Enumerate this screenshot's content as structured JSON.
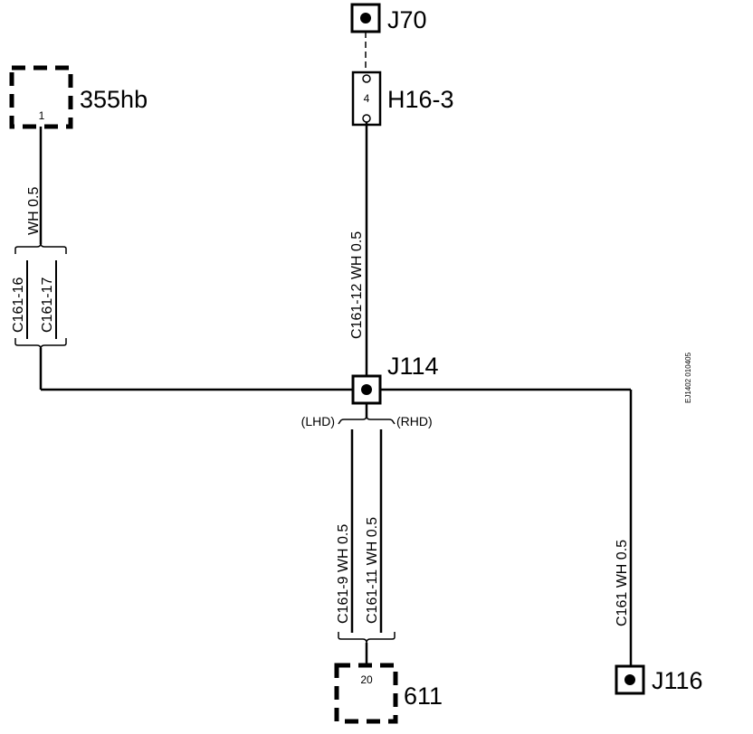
{
  "components": {
    "j70": "J70",
    "h16_3": "H16-3",
    "h16_3_pin": "4",
    "c355hb": "355hb",
    "c355hb_pin": "1",
    "j114": "J114",
    "j116": "J116",
    "c611": "611",
    "c611_pin": "20"
  },
  "wires": {
    "w355": {
      "spec": "WH  0.5",
      "conn_a": "C161-16",
      "conn_b": "C161-17"
    },
    "wcenter": {
      "label": "C161-12  WH  0.5"
    },
    "wlhd": {
      "label": "C161-9  WH  0.5"
    },
    "wrhd": {
      "label": "C161-11  WH  0.5"
    },
    "wj116": {
      "label": "C161  WH  0.5"
    }
  },
  "variants": {
    "lhd": "(LHD)",
    "rhd": "(RHD)"
  },
  "ref_code": "EJ1402  010405",
  "colors": {
    "line": "#000000",
    "background": "#ffffff"
  }
}
